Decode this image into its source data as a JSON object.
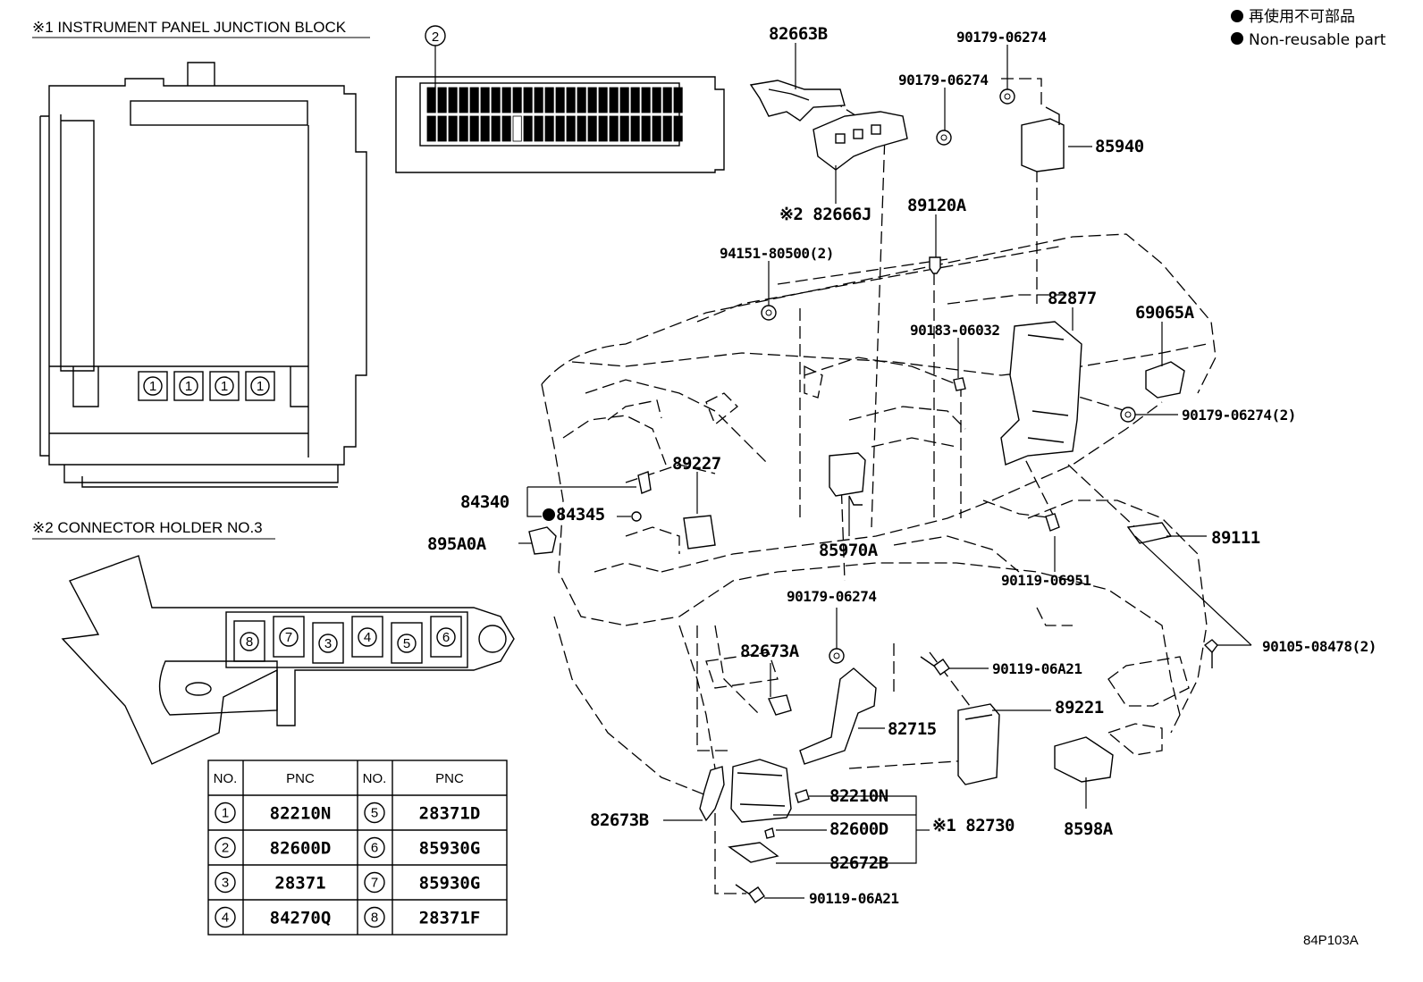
{
  "legend": {
    "line1": "再使用不可部品",
    "line2": "Non-reusable part"
  },
  "captions": {
    "junction_block": "※1 INSTRUMENT PANEL JUNCTION BLOCK",
    "connector_holder": "※2 CONNECTOR HOLDER NO.3"
  },
  "callouts": {
    "c1": "1",
    "c2": "2",
    "c3": "3",
    "c4": "4",
    "c5": "5",
    "c6": "6",
    "c7": "7",
    "c8": "8"
  },
  "parts": {
    "p82663B": "82663B",
    "p90179_top": "90179-06274",
    "p90179_mid": "90179-06274",
    "p85940": "85940",
    "p82666J": "※2 82666J",
    "p89120A": "89120A",
    "p94151": "94151-80500(2)",
    "p82877": "82877",
    "p69065A": "69065A",
    "p90183": "90183-06032",
    "p90179_2": "90179-06274(2)",
    "p89227": "89227",
    "p84340": "84340",
    "p84345": "84345",
    "p895A0A": "895A0A",
    "p85970A": "85970A",
    "p89111": "89111",
    "p90119_06951": "90119-06951",
    "p90179_low": "90179-06274",
    "p90105": "90105-08478(2)",
    "p82673A": "82673A",
    "p90119_06A21_a": "90119-06A21",
    "p89221": "89221",
    "p82715": "82715",
    "p82210N": "82210N",
    "p82730": "※1 82730",
    "p82673B": "82673B",
    "p82600D": "82600D",
    "p8598A": "8598A",
    "p82672B": "82672B",
    "p90119_06A21_b": "90119-06A21"
  },
  "table": {
    "headers": [
      "NO.",
      "PNC",
      "NO.",
      "PNC"
    ],
    "rows": [
      {
        "n1": "1",
        "p1": "82210N",
        "n2": "5",
        "p2": "28371D"
      },
      {
        "n1": "2",
        "p1": "82600D",
        "n2": "6",
        "p2": "85930G"
      },
      {
        "n1": "3",
        "p1": "28371",
        "n2": "7",
        "p2": "85930G"
      },
      {
        "n1": "4",
        "p1": "84270Q",
        "n2": "8",
        "p2": "28371F"
      }
    ]
  },
  "figure_code": "84P103A"
}
